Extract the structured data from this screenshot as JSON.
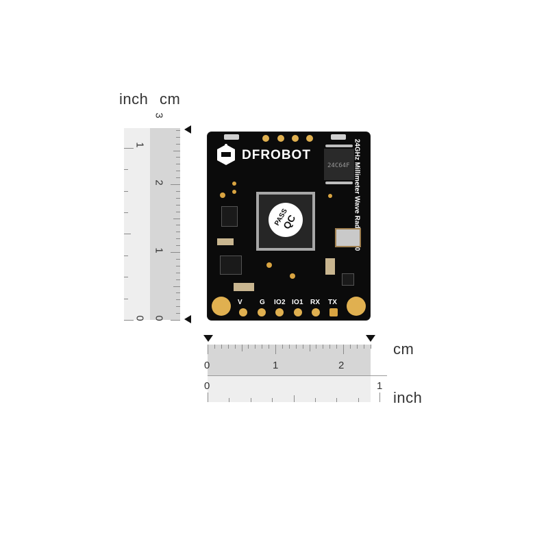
{
  "labels": {
    "inch_top": "inch",
    "cm_top": "cm",
    "cm_bottom": "cm",
    "inch_bottom": "inch"
  },
  "vertical_ruler": {
    "inch_numbers": [
      "1",
      "0"
    ],
    "cm_numbers": [
      "3",
      "2",
      "1",
      "0"
    ]
  },
  "horizontal_ruler": {
    "cm_numbers": [
      "0",
      "1",
      "2"
    ],
    "inch_numbers": [
      "0",
      "1"
    ]
  },
  "board": {
    "brand": "DFROBOT",
    "side_text": "24GHz Millimeter Wave Radar V1.0",
    "pass_badge_line1": "PASS",
    "pass_badge_line2": "QC",
    "chip_marking": "24C64F",
    "pins": [
      "V",
      "G",
      "IO2",
      "IO1",
      "RX",
      "TX"
    ],
    "colors": {
      "pcb": "#0b0b0b",
      "gold": "#d9a441"
    }
  }
}
